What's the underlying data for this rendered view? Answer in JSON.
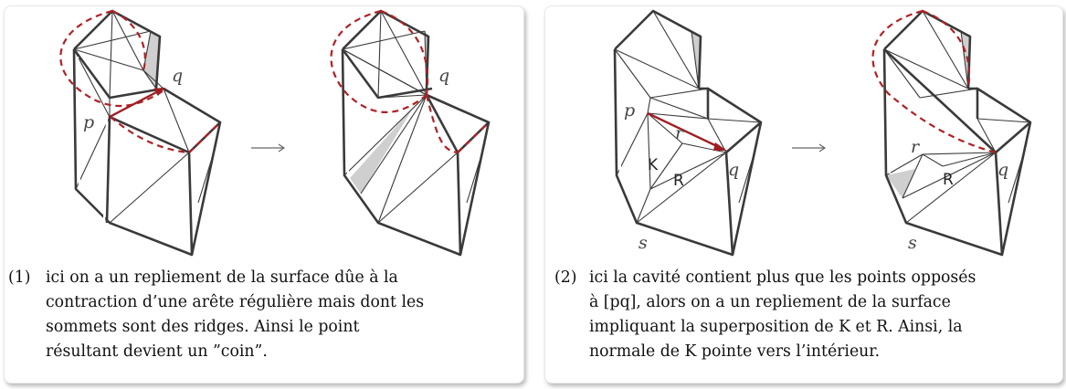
{
  "colors": {
    "fold_path": "#b02025",
    "contracted_edge": "#a01d22",
    "shaded_face": "#cfcfcf",
    "mesh_edge": "#3a3a3a"
  },
  "panels": [
    {
      "number": "(1)",
      "labels": {
        "p": "p",
        "q": "q"
      },
      "caption_lines": [
        "ici on a un repliement de la surface dûe à la",
        "contraction d’une arête régulière mais dont les",
        "sommets sont des ridges. Ainsi le point",
        "résultant devient un ”coin”."
      ]
    },
    {
      "number": "(2)",
      "labels": {
        "p": "p",
        "q": "q",
        "r": "r",
        "s": "s",
        "K": "K",
        "R": "R"
      },
      "caption_lines": [
        "ici la cavité contient plus que les points opposés",
        "à [pq], alors on a un repliement de la surface",
        "impliquant la superposition de K et R. Ainsi, la",
        "normale de K pointe vers l’intérieur."
      ]
    }
  ]
}
